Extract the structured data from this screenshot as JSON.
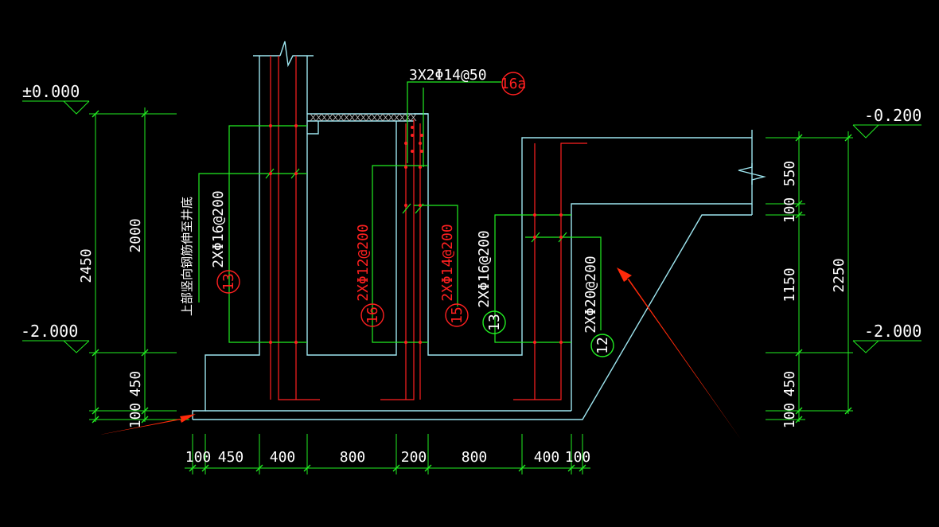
{
  "colors": {
    "background": "#000000",
    "concrete": "#9ee6f0",
    "rebar_red": "#ff2020",
    "dimension_green": "#22ee22",
    "label_white": "#ffffff",
    "arrow_red": "#ff2a0a"
  },
  "elevations": {
    "top_left": "±0.000",
    "bottom_left": "-2.000",
    "top_right": "-0.200",
    "bottom_right": "-2.000"
  },
  "left_dims": {
    "total": "2450",
    "inner": "2000",
    "d450": "450",
    "d100": "100"
  },
  "right_dims": {
    "d550": "550",
    "d100a": "100",
    "d1150": "1150",
    "d450": "450",
    "d100b": "100",
    "total": "2250"
  },
  "bottom_dims": [
    "100",
    "450",
    "400",
    "800",
    "200",
    "800",
    "400",
    "100"
  ],
  "rebar_labels": {
    "top": "3X2Φ14@50",
    "vertical_note": "上部竖向钢筋伸至井底",
    "r13a": "2XΦ16@200",
    "r16": "2XΦ12@200",
    "r15": "2XΦ14@200",
    "r13b": "2XΦ16@200",
    "r12": "2XΦ20@200"
  },
  "markers": {
    "m16a": "16a",
    "m13a": "13",
    "m16": "16",
    "m15": "15",
    "m13b": "13",
    "m12": "12"
  }
}
